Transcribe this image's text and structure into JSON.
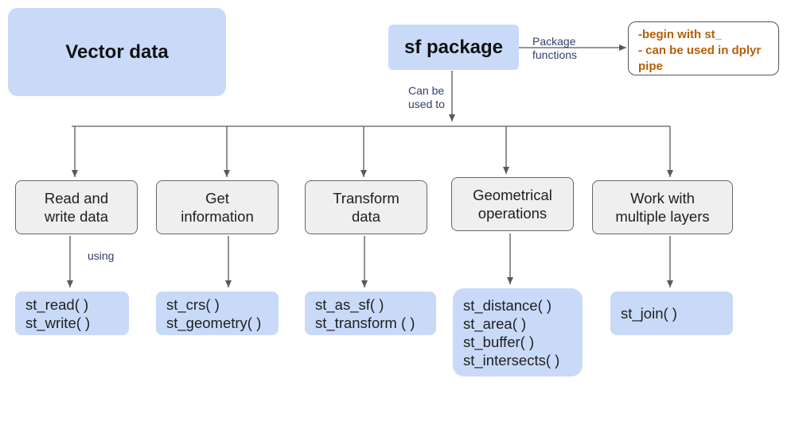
{
  "title": "Vector data",
  "package": {
    "name": "sf package",
    "edge_label": "Package\nfunctions",
    "note_lines": [
      "-begin with st_",
      "- can be used in dplyr",
      "pipe"
    ],
    "down_label": "Can be\nused to"
  },
  "categories": [
    {
      "label": "Read and\nwrite data",
      "edge_label": "using",
      "functions": [
        "st_read( )",
        "st_write( )"
      ]
    },
    {
      "label": "Get\ninformation",
      "functions": [
        "st_crs( )",
        "st_geometry( )"
      ]
    },
    {
      "label": "Transform\ndata",
      "functions": [
        "st_as_sf( )",
        "st_transform ( )"
      ]
    },
    {
      "label": "Geometrical\noperations",
      "functions": [
        "st_distance( )",
        "st_area( )",
        "st_buffer( )",
        "st_intersects( )"
      ]
    },
    {
      "label": "Work with\nmultiple layers",
      "functions": [
        "st_join( )"
      ]
    }
  ],
  "colors": {
    "box_blue": "#c9daf8",
    "box_gray": "#efefef",
    "note_text": "#b45f06",
    "edge_label": "#333f6b",
    "line": "#595959"
  }
}
